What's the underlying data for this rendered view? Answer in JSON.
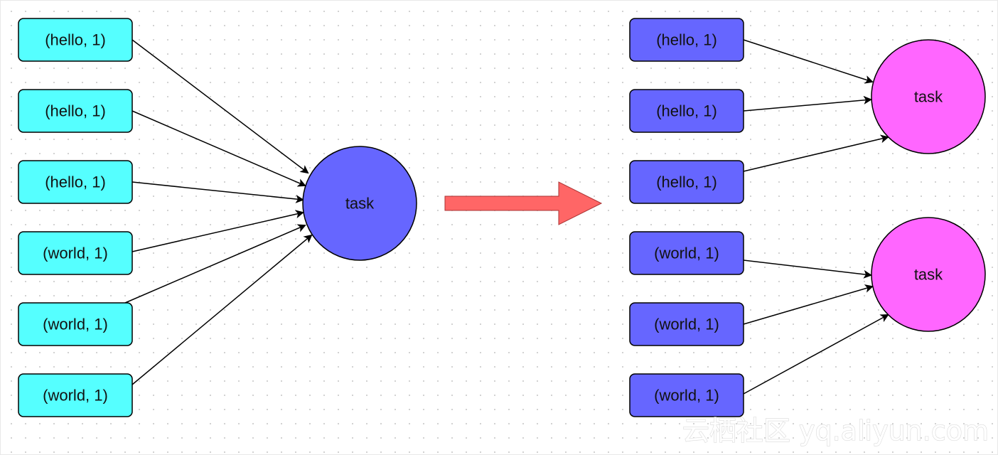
{
  "left_group": {
    "items": [
      "(hello, 1)",
      "(hello, 1)",
      "(hello, 1)",
      "(world, 1)",
      "(world, 1)",
      "(world, 1)"
    ],
    "task_label": "task"
  },
  "right_group": {
    "items": [
      "(hello, 1)",
      "(hello, 1)",
      "(hello, 1)",
      "(world, 1)",
      "(world, 1)",
      "(world, 1)"
    ],
    "task_labels": [
      "task",
      "task"
    ]
  },
  "watermark": "云栖社区 yq.aliyun.com",
  "colors": {
    "left_item_fill": "#55FFFF",
    "left_task_fill": "#6666FF",
    "right_item_fill": "#6666FF",
    "right_task_fill": "#FF66FF",
    "transition_arrow": "#FF6666",
    "stroke": "#000000"
  }
}
